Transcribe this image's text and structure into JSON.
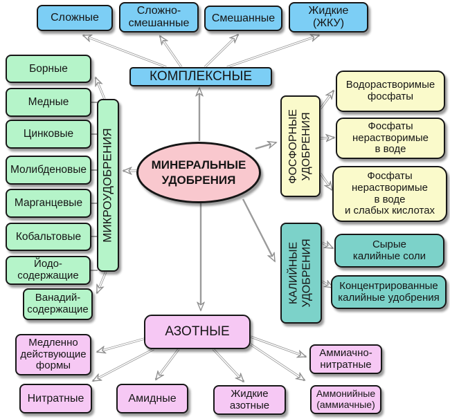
{
  "center": {
    "label": "МИНЕРАЛЬНЫЕ\nУДОБРЕНИЯ"
  },
  "groups": {
    "complex": {
      "label": "КОМПЛЕКСНЫЕ",
      "children": [
        {
          "label": "Сложные"
        },
        {
          "label": "Сложно-\nсмешанные"
        },
        {
          "label": "Смешанные"
        },
        {
          "label": "Жидкие\n(ЖКУ)"
        }
      ]
    },
    "micro": {
      "label": "МИКРОУДОБРЕНИЯ",
      "children": [
        {
          "label": "Борные"
        },
        {
          "label": "Медные"
        },
        {
          "label": "Цинковые"
        },
        {
          "label": "Молибденовые"
        },
        {
          "label": "Марганцевые"
        },
        {
          "label": "Кобальтовые"
        },
        {
          "label": "Йодо-\nсодержащие"
        },
        {
          "label": "Ванадий-\nсодержащие"
        }
      ]
    },
    "phosphoric": {
      "label": "ФОСФОРНЫЕ\nУДОБРЕНИЯ",
      "children": [
        {
          "label": "Водорастворимые\nфосфаты"
        },
        {
          "label": "Фосфаты\nнерастворимые\nв воде"
        },
        {
          "label": "Фосфаты\nнерастворимые\nв воде\nи слабых кислотах"
        }
      ]
    },
    "potassium": {
      "label": "КАЛИЙНЫЕ\nУДОБРЕНИЯ",
      "children": [
        {
          "label": "Сырые\nкалийные соли"
        },
        {
          "label": "Концентрированные\nкалийные удобрения"
        }
      ]
    },
    "nitrogen": {
      "label": "АЗОТНЫЕ",
      "children": [
        {
          "label": "Медленно\nдействующие\nформы"
        },
        {
          "label": "Нитратные"
        },
        {
          "label": "Амидные"
        },
        {
          "label": "Жидкие\nазотные"
        },
        {
          "label": "Аммиачно-\nнитратные"
        },
        {
          "label": "Аммонийные\n(аммиачные)"
        }
      ]
    }
  },
  "colors": {
    "complex": "#7CCEF5",
    "micro": "#B5F4C9",
    "phosphoric": "#FAFACB",
    "potassium": "#7CD2C9",
    "center": "#F9C8CE",
    "nitrogen": "#F6C8F4",
    "border": "#161616",
    "arrow": "#8F8F8F"
  }
}
